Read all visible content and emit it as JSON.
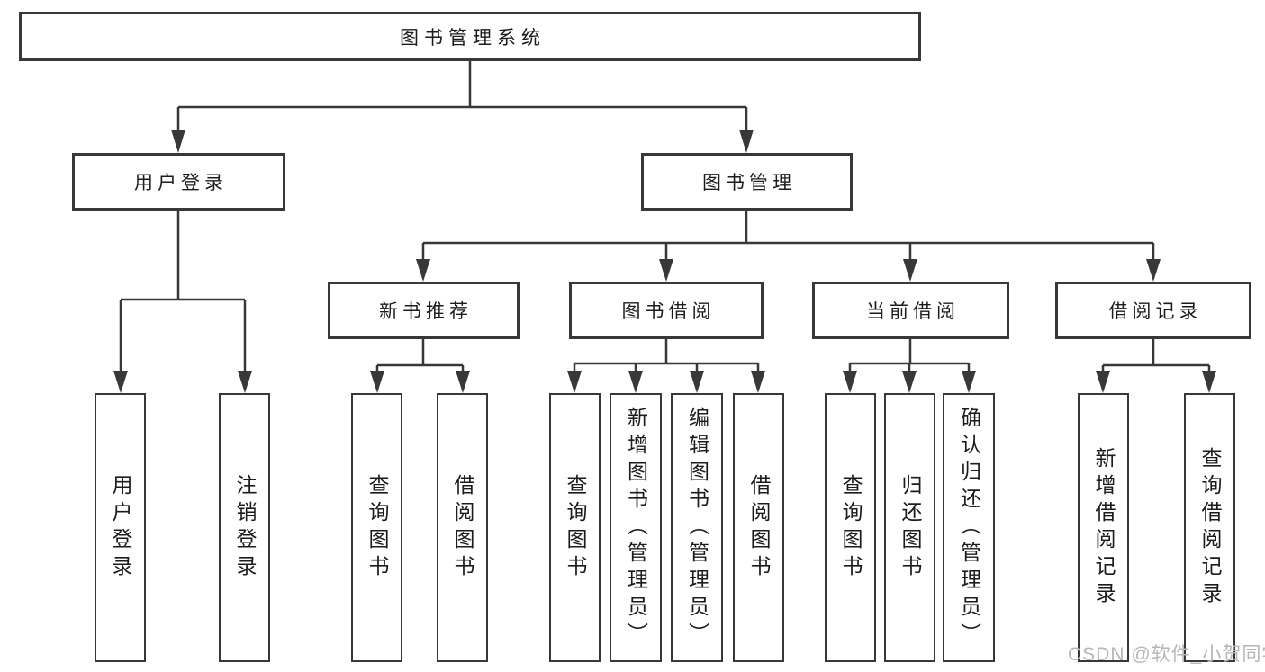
{
  "tree": {
    "root": {
      "label": "图书管理系统"
    },
    "branches": [
      {
        "label": "用户登录",
        "children": [
          {
            "label": "用户登录"
          },
          {
            "label": "注销登录"
          }
        ]
      },
      {
        "label": "图书管理",
        "children": [
          {
            "label": "新书推荐",
            "children": [
              {
                "label": "查询图书"
              },
              {
                "label": "借阅图书"
              }
            ]
          },
          {
            "label": "图书借阅",
            "children": [
              {
                "label": "查询图书"
              },
              {
                "label": "新增图书（管理员）"
              },
              {
                "label": "编辑图书（管理员）"
              },
              {
                "label": "借阅图书"
              }
            ]
          },
          {
            "label": "当前借阅",
            "children": [
              {
                "label": "查询图书"
              },
              {
                "label": "归还图书"
              },
              {
                "label": "确认归还（管理员）"
              }
            ]
          },
          {
            "label": "借阅记录",
            "children": [
              {
                "label": "新增借阅记录"
              },
              {
                "label": "查询借阅记录"
              }
            ]
          }
        ]
      }
    ]
  },
  "watermark": {
    "text": "CSDN @软件_小贺同学",
    "color": "#b6b6b6"
  },
  "colors": {
    "line": "#383838",
    "box_border": "#383838",
    "box_fill": "#ffffff",
    "text": "#1c1c1c"
  }
}
